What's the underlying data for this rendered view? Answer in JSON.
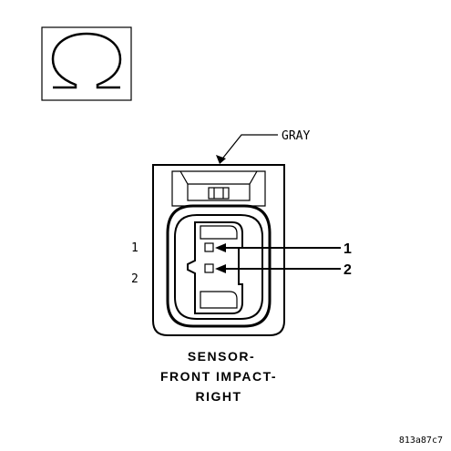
{
  "icon": {
    "symbol": "ohm-icon"
  },
  "connector": {
    "color_label": "GRAY",
    "cavity_numbers": [
      "1",
      "2"
    ],
    "callouts": [
      "1",
      "2"
    ]
  },
  "caption": {
    "line1": "SENSOR-",
    "line2": "FRONT IMPACT-",
    "line3": "RIGHT"
  },
  "figure_id": "813a87c7"
}
